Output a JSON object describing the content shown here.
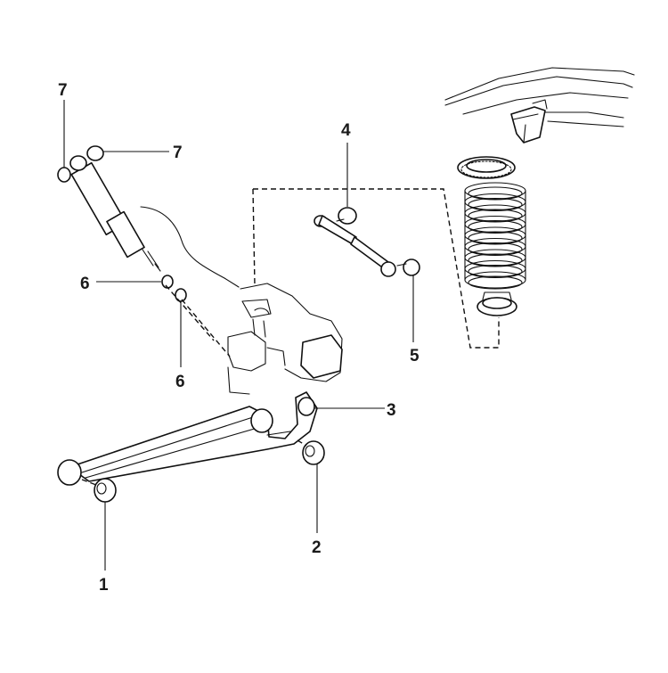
{
  "diagram": {
    "callouts": [
      {
        "id": "callout-1",
        "label": "1"
      },
      {
        "id": "callout-2",
        "label": "2"
      },
      {
        "id": "callout-3",
        "label": "3"
      },
      {
        "id": "callout-4",
        "label": "4"
      },
      {
        "id": "callout-5",
        "label": "5"
      },
      {
        "id": "callout-6a",
        "label": "6"
      },
      {
        "id": "callout-6b",
        "label": "6"
      },
      {
        "id": "callout-7a",
        "label": "7"
      },
      {
        "id": "callout-7b",
        "label": "7"
      }
    ]
  },
  "colors": {
    "line": "#111111",
    "background": "#ffffff",
    "shade": "#d9d9d9"
  }
}
